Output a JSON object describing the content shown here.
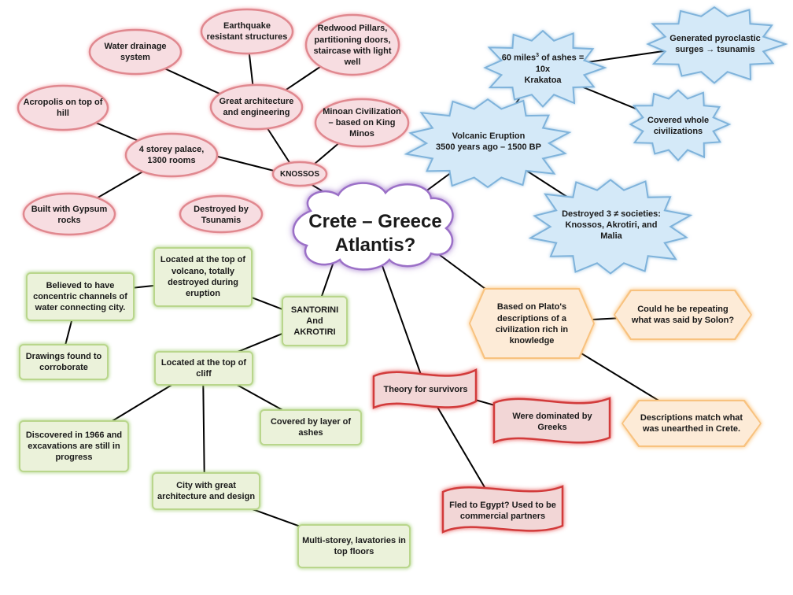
{
  "center": {
    "line1": "Crete – Greece",
    "line2": "Atlantis?"
  },
  "knossos": {
    "label": "KNOSSOS",
    "great_arch": "Great architecture and engineering",
    "water_drainage": "Water drainage system",
    "earthquake": "Earthquake resistant structures",
    "redwood": "Redwood Pillars, partitioning doors, staircase with light well",
    "palace": "4 storey palace, 1300 rooms",
    "acropolis": "Acropolis on top of hill",
    "gypsum": "Built with Gypsum rocks",
    "minoan": "Minoan Civilization – based on King Minos",
    "destroyed": "Destroyed by Tsunamis"
  },
  "volcano": {
    "eruption_line1": "Volcanic Eruption",
    "eruption_line2": "3500 years ago – 1500 BP",
    "ashes_a": "60 miles",
    "ashes_sup": "3",
    "ashes_b": " of ashes = 10x",
    "ashes_c": "Krakatoa",
    "pyroclastic": "Generated pyroclastic surges → tsunamis",
    "covered_civ": "Covered whole civilizations",
    "destroyed3": "Destroyed 3 ≠ societies: Knossos, Akrotiri, and Malia"
  },
  "santorini": {
    "label_line1": "SANTORINI",
    "label_line2": "And",
    "label_line3": "AKROTIRI",
    "volcano_top": "Located at the top of volcano, totally destroyed during eruption",
    "concentric": "Believed to have concentric channels of water connecting city.",
    "drawings": "Drawings found to corroborate",
    "cliff_top": "Located at the top of cliff",
    "discovered": "Discovered in 1966 and excavations are still in progress",
    "ashes_layer": "Covered by layer of ashes",
    "city": "City with great architecture and design",
    "multistorey": "Multi-storey, lavatories in top floors"
  },
  "plato": {
    "based": "Based on Plato's descriptions of a civilization rich in knowledge",
    "solon": "Could he be repeating what was said by Solon?",
    "match": "Descriptions match what was unearthed in Crete."
  },
  "survivors": {
    "theory": "Theory for survivors",
    "greeks": "Were dominated by Greeks",
    "egypt": "Fled to Egypt? Used to be commercial partners"
  },
  "colors": {
    "pink_fill": "#f7dde1",
    "pink_border": "#e0888f",
    "blue_fill": "#d4e9f8",
    "blue_border": "#7fb3db",
    "green_fill": "#ebf2da",
    "green_border": "#b9d68c",
    "orange_fill": "#fdebd7",
    "orange_border": "#f8c27f",
    "red_fill": "#f2d6d6",
    "red_border": "#d23b3b",
    "cloud_border": "#9b6fc7"
  }
}
